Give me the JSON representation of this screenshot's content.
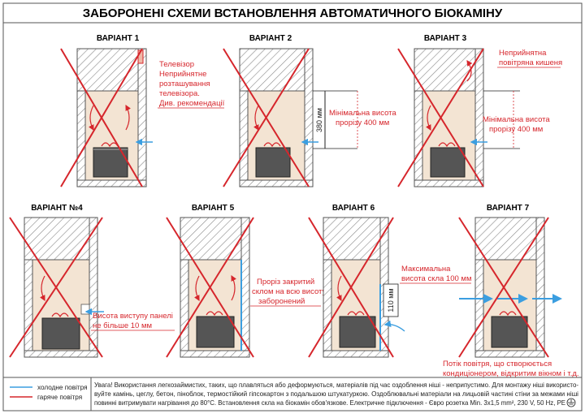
{
  "title": "ЗАБОРОНЕНІ СХЕМИ ВСТАНОВЛЕННЯ АВТОМАТИЧНОГО БІОКАМІНУ",
  "variants": [
    {
      "label": "ВАРІАНТ 1",
      "notes": [
        "Телевізор",
        "Неприйнятне",
        "розташування",
        "телевізора.",
        "Див. рекомендації"
      ]
    },
    {
      "label": "ВАРІАНТ 2",
      "dimension": "380 мм",
      "notes": [
        "Мінімальна висота",
        "прорізу 400 мм"
      ]
    },
    {
      "label": "ВАРІАНТ 3",
      "notes": [
        "Неприйнятна",
        "повітряна кишеня",
        "Мінімальна висота",
        "прорізу 400 мм"
      ]
    },
    {
      "label": "ВАРІАНТ №4",
      "notes": [
        "Висота виступу панелі",
        "не більше 10 мм"
      ]
    },
    {
      "label": "ВАРІАНТ 5",
      "notes": [
        "Проріз закритий",
        "склом на всю висоту",
        "заборонений"
      ]
    },
    {
      "label": "ВАРІАНТ 6",
      "dimension": "110 мм",
      "notes": [
        "Максимальна",
        "висота скла 100 мм"
      ]
    },
    {
      "label": "ВАРІАНТ 7",
      "notes": [
        "Потік повітря, що створюється",
        "кондиціонером, відкритим вікном і т.д."
      ]
    }
  ],
  "legend": {
    "cold": "холодне повітря",
    "hot": "гаряче повітря"
  },
  "footer": [
    "Увага! Використання легкозаймистих, таких, що плавляться або деформуються, матеріалів під час оздоблення ніші - неприпустимо. Для монтажу ніші використо-",
    "вуйте камінь, цеглу, бетон, піноблок, термостійкий гіпсокартон з подальшою штукатуркою. Оздоблювальні матеріали на лицьовій частині стіни за межами ніші",
    "повинні витримувати нагрівання до 80°С. Встановлення скла на біокамін обов'язкове. Електричне підключення - Євро розетка Min. 3x1,5 mm², 230 V, 50 Hz, PE"
  ],
  "colors": {
    "red": "#d6262c",
    "blue": "#3b9ee0",
    "niche": "#f3e4d3",
    "burner": "#555555"
  }
}
